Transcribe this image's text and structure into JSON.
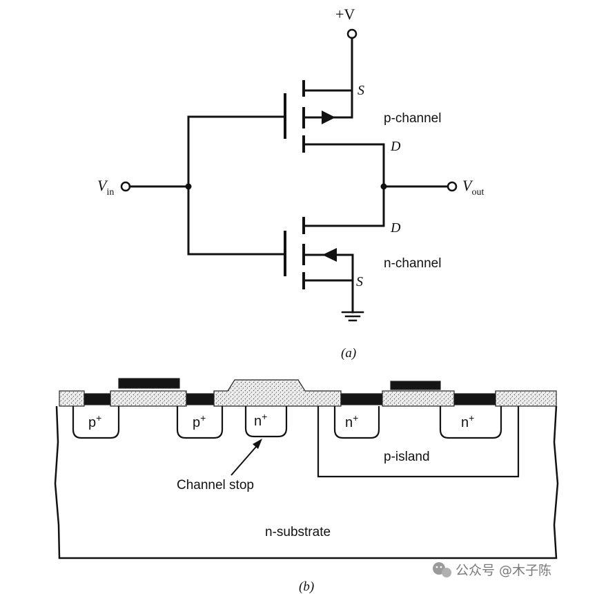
{
  "circuit": {
    "supply_label": "+V",
    "input_label": "V",
    "input_sub": "in",
    "output_label": "V",
    "output_sub": "out",
    "pmos": {
      "source": "S",
      "drain": "D",
      "name": "p-channel"
    },
    "nmos": {
      "source": "S",
      "drain": "D",
      "name": "n-channel"
    },
    "caption": "(a)"
  },
  "cross_section": {
    "regions": [
      "p+",
      "p+",
      "n+",
      "n+",
      "n+"
    ],
    "p_island": "p-island",
    "channel_stop": "Channel stop",
    "substrate": "n-substrate",
    "caption": "(b)"
  },
  "watermark": {
    "text": "公众号 @木子陈",
    "icon": "wechat-icon",
    "color": "#7a7a7a"
  }
}
